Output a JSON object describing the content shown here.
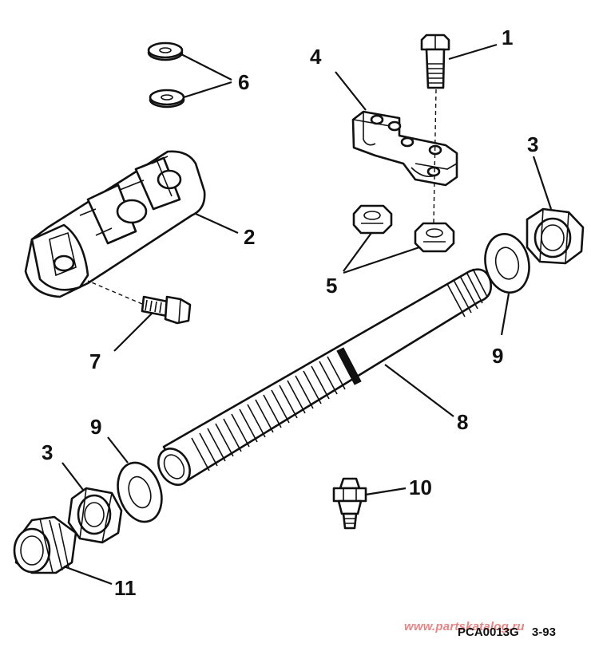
{
  "callouts": [
    "1",
    "2",
    "3",
    "4",
    "5",
    "6",
    "7",
    "8",
    "9",
    "10",
    "11",
    "9",
    "3"
  ],
  "watermark": "www.partskatalog.ru",
  "diagram_code": "PCA0013G",
  "diagram_date": "3-93"
}
